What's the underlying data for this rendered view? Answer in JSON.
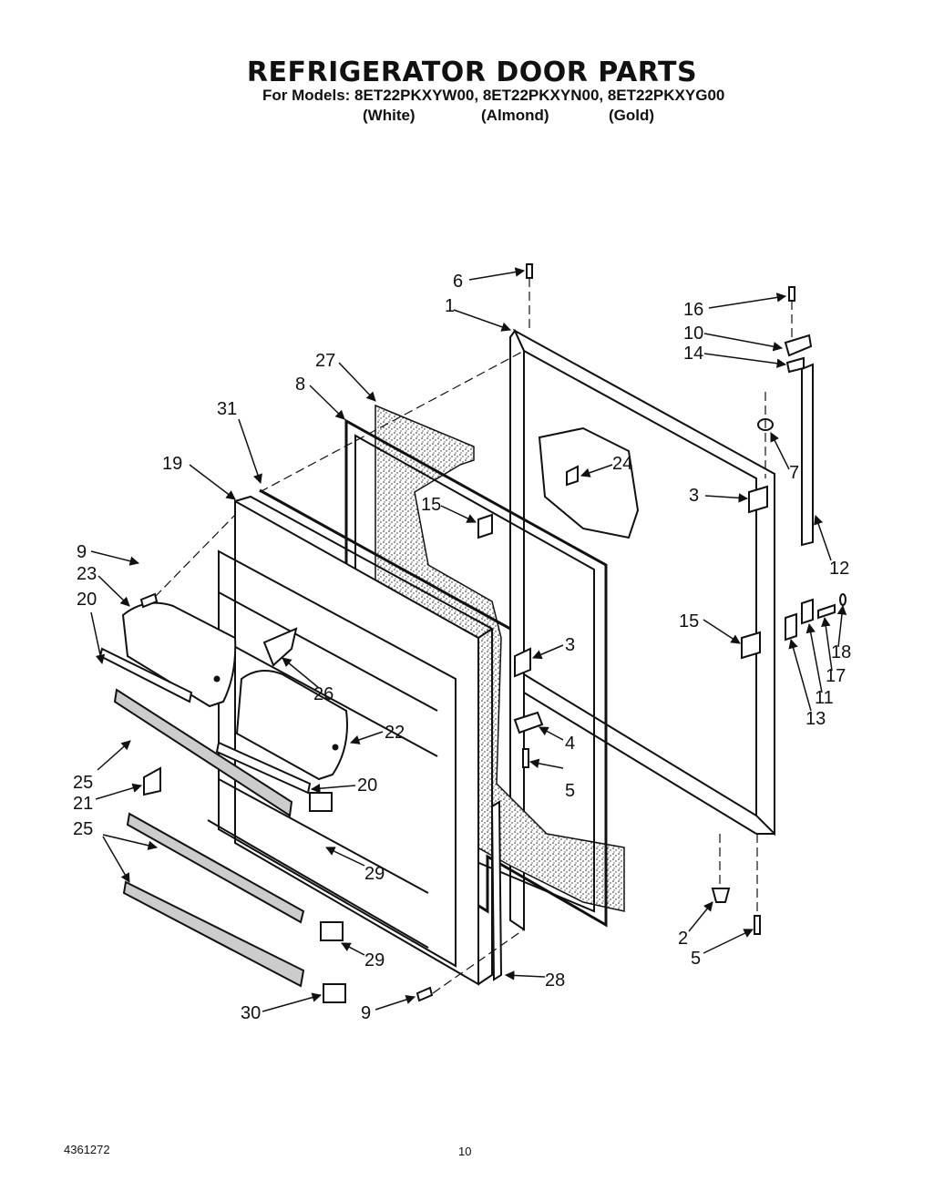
{
  "header": {
    "title": "REFRIGERATOR DOOR PARTS",
    "models_line": "For Models: 8ET22PKXYW00, 8ET22PKXYN00, 8ET22PKXYG00",
    "finishes": [
      "(White)",
      "(Almond)",
      "(Gold)"
    ]
  },
  "callouts": [
    {
      "label": "6"
    },
    {
      "label": "1"
    },
    {
      "label": "27"
    },
    {
      "label": "8"
    },
    {
      "label": "31"
    },
    {
      "label": "19"
    },
    {
      "label": "9"
    },
    {
      "label": "23"
    },
    {
      "label": "20"
    },
    {
      "label": "15"
    },
    {
      "label": "24"
    },
    {
      "label": "16"
    },
    {
      "label": "10"
    },
    {
      "label": "14"
    },
    {
      "label": "7"
    },
    {
      "label": "3"
    },
    {
      "label": "12"
    },
    {
      "label": "15"
    },
    {
      "label": "18"
    },
    {
      "label": "17"
    },
    {
      "label": "11"
    },
    {
      "label": "13"
    },
    {
      "label": "3"
    },
    {
      "label": "26"
    },
    {
      "label": "22"
    },
    {
      "label": "4"
    },
    {
      "label": "5"
    },
    {
      "label": "20"
    },
    {
      "label": "25"
    },
    {
      "label": "21"
    },
    {
      "label": "25"
    },
    {
      "label": "29"
    },
    {
      "label": "29"
    },
    {
      "label": "2"
    },
    {
      "label": "5"
    },
    {
      "label": "28"
    },
    {
      "label": "30"
    },
    {
      "label": "9"
    }
  ],
  "footer": {
    "part_number": "4361272",
    "page_number": "10"
  },
  "colors": {
    "ink": "#111111",
    "paper": "#ffffff"
  }
}
